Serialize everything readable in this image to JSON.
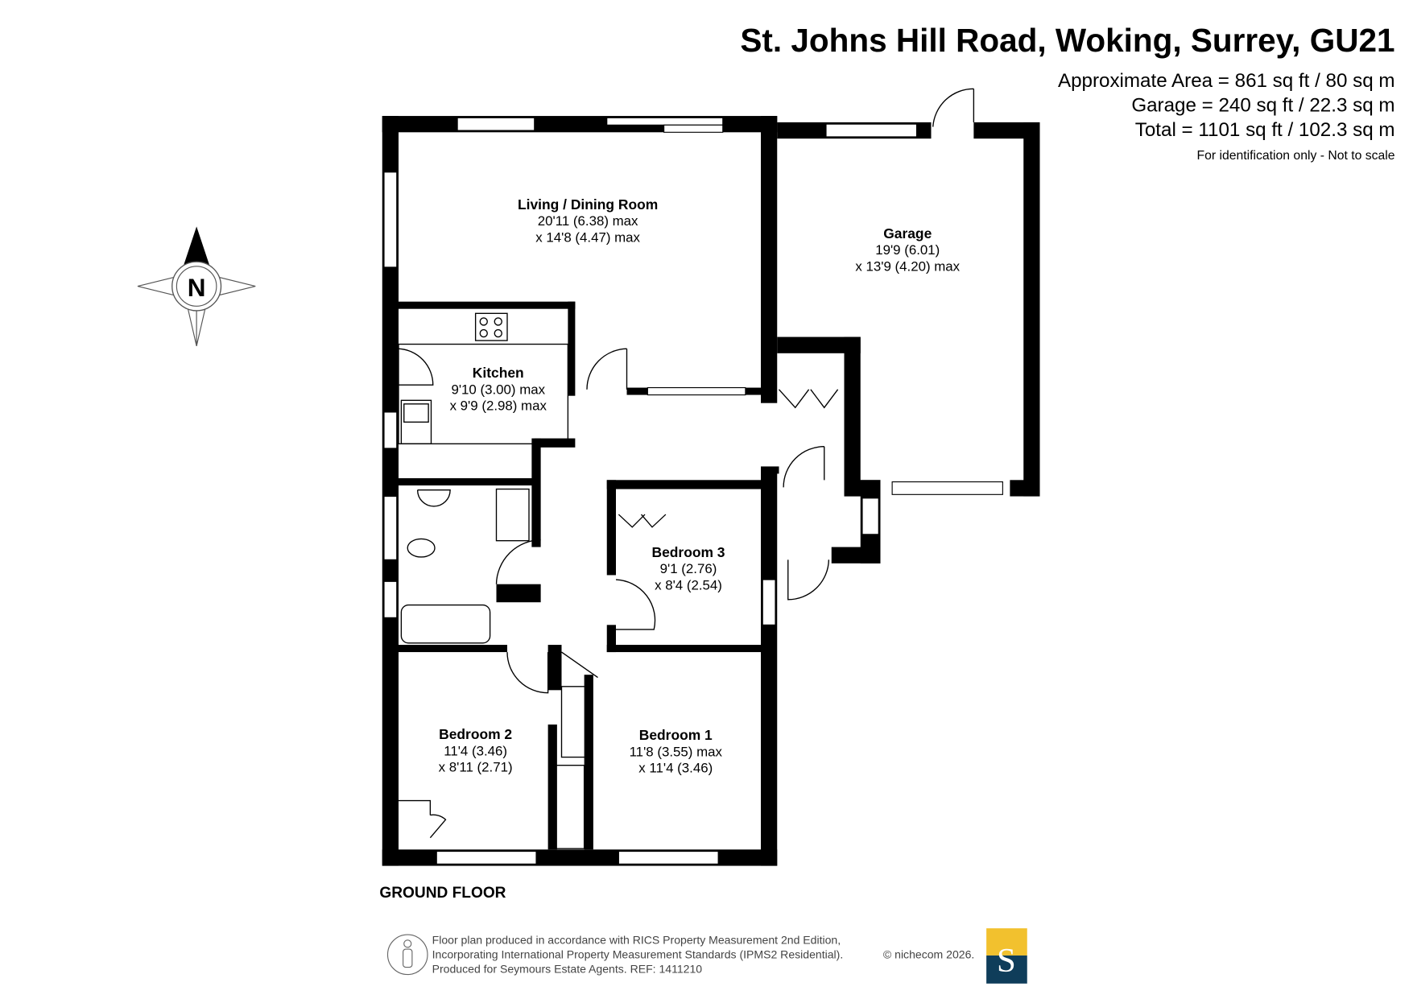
{
  "header": {
    "title": "St. Johns Hill Road, Woking, Surrey, GU21",
    "area_lines": [
      "Approximate Area = 861 sq ft / 80 sq m",
      "Garage = 240 sq ft / 22.3 sq m",
      "Total = 1101 sq ft / 102.3 sq m"
    ],
    "disclaimer": "For identification only - Not to scale"
  },
  "compass": {
    "label": "N"
  },
  "rooms": [
    {
      "name": "Living / Dining Room",
      "dim1": "20'11 (6.38) max",
      "dim2": "x 14'8 (4.47) max"
    },
    {
      "name": "Garage",
      "dim1": "19'9 (6.01)",
      "dim2": "x 13'9 (4.20) max"
    },
    {
      "name": "Kitchen",
      "dim1": "9'10 (3.00) max",
      "dim2": "x 9'9 (2.98) max"
    },
    {
      "name": "Bedroom 3",
      "dim1": "9'1 (2.76)",
      "dim2": "x 8'4 (2.54)"
    },
    {
      "name": "Bedroom 2",
      "dim1": "11'4 (3.46)",
      "dim2": "x 8'11 (2.71)"
    },
    {
      "name": "Bedroom 1",
      "dim1": "11'8 (3.55) max",
      "dim2": "x 11'4 (3.46)"
    }
  ],
  "floor_label": "GROUND FLOOR",
  "footer": {
    "lines": [
      "Floor plan produced in accordance with RICS Property Measurement 2nd Edition,",
      "Incorporating International Property Measurement Standards (IPMS2 Residential).",
      "Produced for Seymours Estate Agents.   REF: 1411210"
    ],
    "copyright": "© nichecom 2026.",
    "logo_letter": "S",
    "logo_colors": {
      "top": "#F2C12E",
      "bottom": "#0F3D5A"
    }
  }
}
